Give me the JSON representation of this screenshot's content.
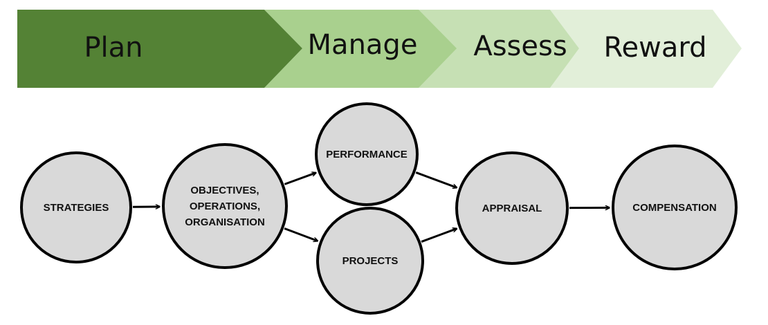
{
  "phases": [
    {
      "label": "Plan",
      "color": "#548235"
    },
    {
      "label": "Manage",
      "color": "#a9d08e"
    },
    {
      "label": "Assess",
      "color": "#c6e0b4"
    },
    {
      "label": "Reward",
      "color": "#e2efd9"
    }
  ],
  "nodes": {
    "strategies": {
      "lines": [
        "STRATEGIES"
      ]
    },
    "objectives": {
      "lines": [
        "OBJECTIVES,",
        "OPERATIONS,",
        "ORGANISATION"
      ]
    },
    "performance": {
      "lines": [
        "PERFORMANCE"
      ]
    },
    "projects": {
      "lines": [
        "PROJECTS"
      ]
    },
    "appraisal": {
      "lines": [
        "APPRAISAL"
      ]
    },
    "compensation": {
      "lines": [
        "COMPENSATION"
      ]
    }
  },
  "edges": [
    {
      "from": "strategies",
      "to": "objectives"
    },
    {
      "from": "objectives",
      "to": "performance"
    },
    {
      "from": "objectives",
      "to": "projects"
    },
    {
      "from": "performance",
      "to": "appraisal"
    },
    {
      "from": "projects",
      "to": "appraisal"
    },
    {
      "from": "appraisal",
      "to": "compensation"
    }
  ],
  "colors": {
    "node_fill": "#d9d9d9",
    "node_stroke": "#000000",
    "arrow": "#000000"
  }
}
